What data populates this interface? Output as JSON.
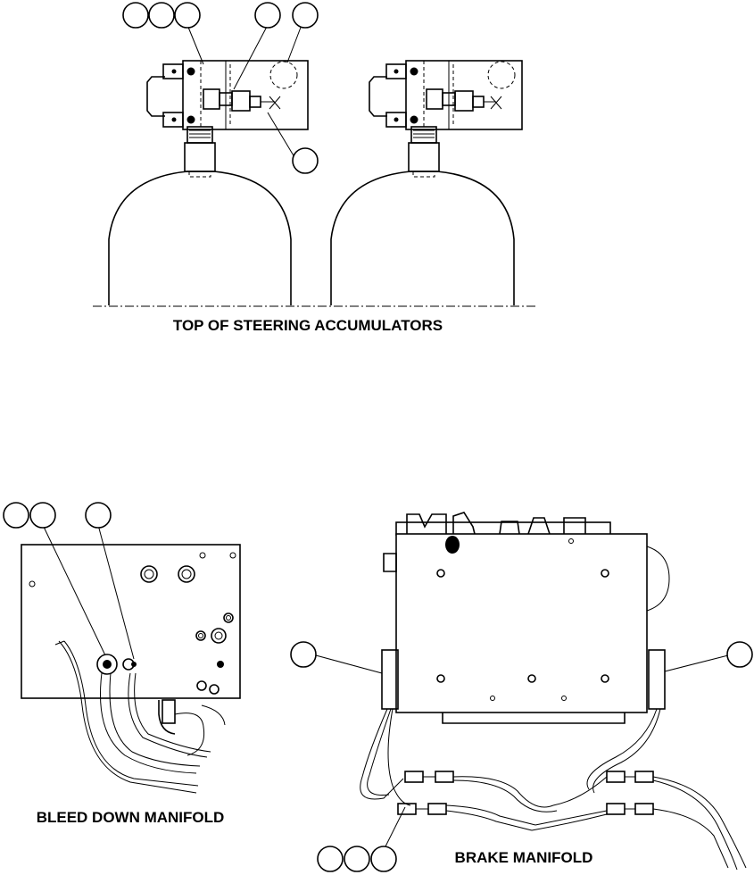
{
  "captions": {
    "steering": "TOP OF STEERING ACCUMULATORS",
    "bleed": "BLEED DOWN MANIFOLD",
    "brake": "BRAKE MANIFOLD"
  },
  "callout_groups": [
    {
      "name": "steering-callouts",
      "count": 6
    },
    {
      "name": "bleed-callouts",
      "count": 3
    },
    {
      "name": "brake-callouts",
      "count": 5
    }
  ]
}
